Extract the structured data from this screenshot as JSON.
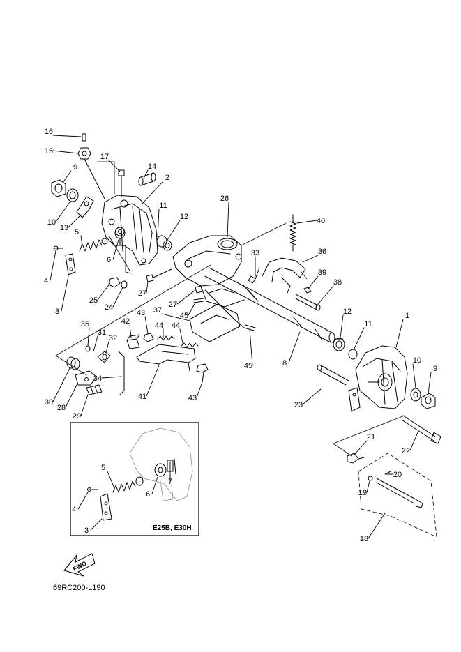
{
  "diagram": {
    "part_numbers": [
      "1",
      "2",
      "3",
      "4",
      "5",
      "6",
      "7",
      "8",
      "9",
      "10",
      "11",
      "12",
      "13",
      "14",
      "15",
      "16",
      "17",
      "18",
      "19",
      "20",
      "21",
      "22",
      "23",
      "24",
      "25",
      "26",
      "27",
      "28",
      "29",
      "30",
      "31",
      "32",
      "33",
      "34",
      "35",
      "36",
      "37",
      "38",
      "39",
      "40",
      "41",
      "42",
      "43",
      "44",
      "45"
    ],
    "inset_label": "E25B, E30H",
    "fwd_label": "FWD",
    "drawing_code": "69RC200-L190"
  }
}
